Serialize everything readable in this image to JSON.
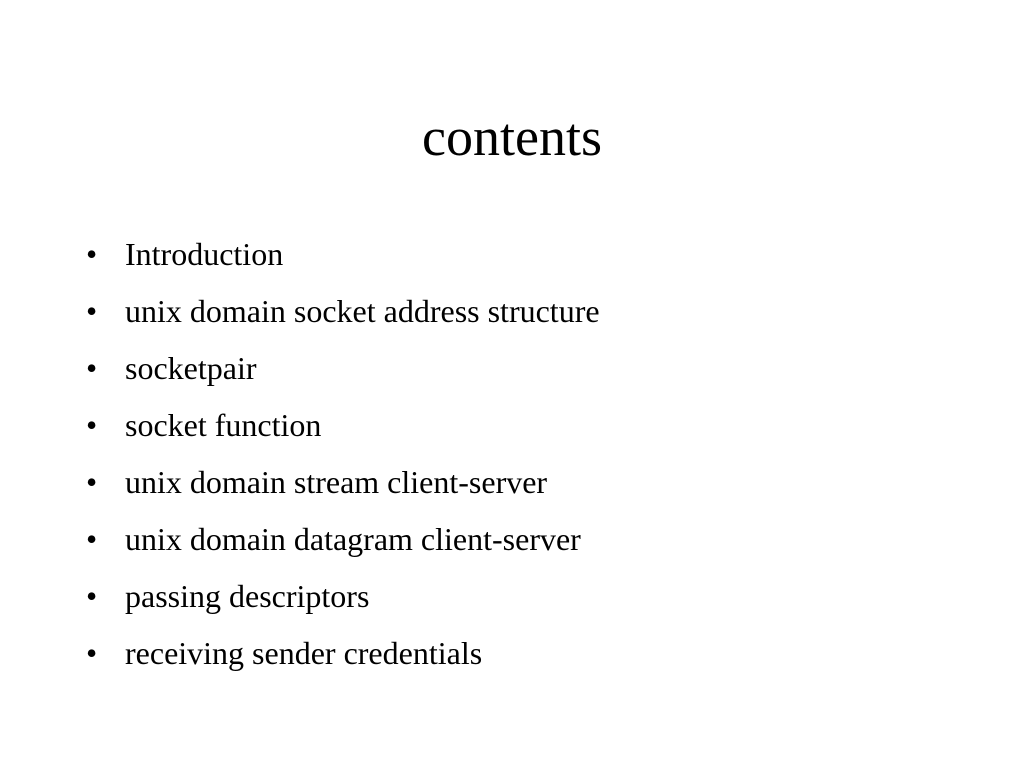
{
  "slide": {
    "title": "contents",
    "bullet_glyph": "•",
    "items": [
      {
        "label": "Introduction"
      },
      {
        "label": "unix domain socket address structure"
      },
      {
        "label": "socketpair"
      },
      {
        "label": "socket function"
      },
      {
        "label": "unix domain stream client-server"
      },
      {
        "label": "unix domain datagram client-server"
      },
      {
        "label": "passing descriptors"
      },
      {
        "label": "receiving sender credentials"
      }
    ]
  },
  "colors": {
    "background": "#ffffff",
    "text": "#000000"
  }
}
